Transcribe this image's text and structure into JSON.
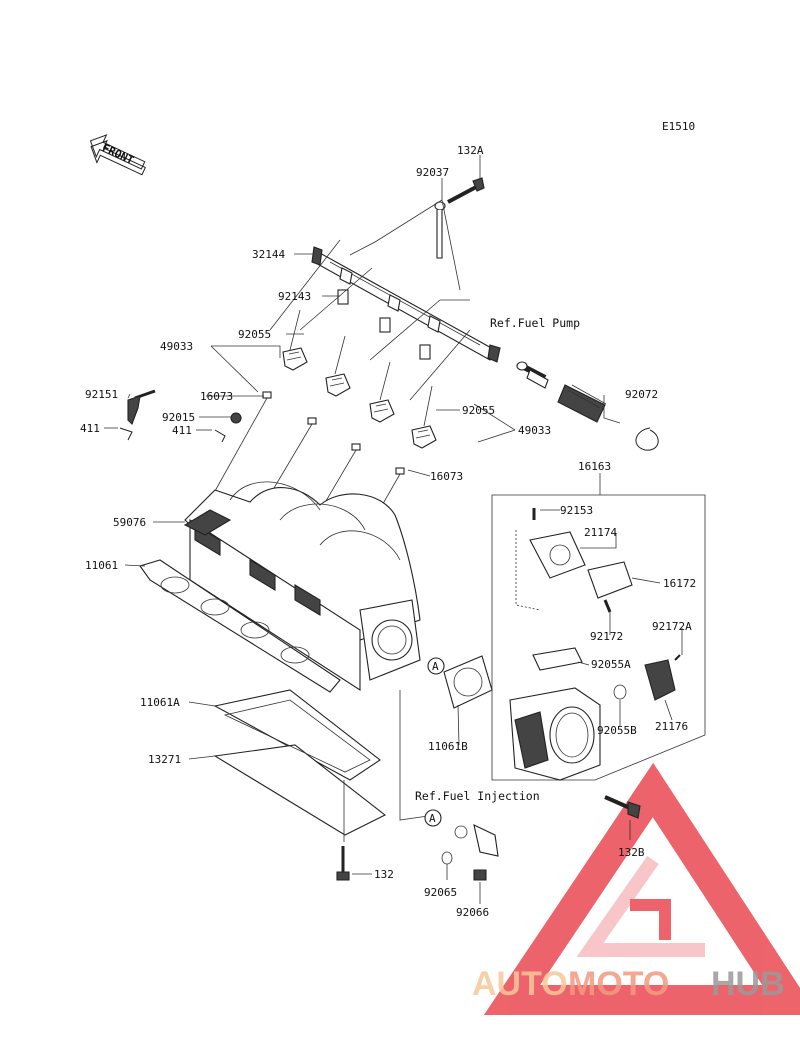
{
  "diagram": {
    "code": "E1510",
    "front_label": "FRONT",
    "callout_letter": "A",
    "references": {
      "fuel_pump": "Ref.Fuel Pump",
      "fuel_injection": "Ref.Fuel Injection"
    },
    "part_numbers": {
      "p132A": "132A",
      "p92037": "92037",
      "p32144": "32144",
      "p92143": "92143",
      "p92055_top": "92055",
      "p49033_left": "49033",
      "p92151": "92151",
      "p16073_top": "16073",
      "p92015": "92015",
      "p411_left": "411",
      "p411_mid": "411",
      "p92055_right": "92055",
      "p49033_right": "49033",
      "p92072": "92072",
      "p16073_bottom": "16073",
      "p16163": "16163",
      "p92153": "92153",
      "p21174": "21174",
      "p16172": "16172",
      "p59076": "59076",
      "p11061": "11061",
      "p92172": "92172",
      "p92172A": "92172A",
      "p92055A": "92055A",
      "p92055B": "92055B",
      "p21176": "21176",
      "p11061B": "11061B",
      "p11061A": "11061A",
      "p13271": "13271",
      "p132": "132",
      "p92065": "92065",
      "p92066": "92066",
      "p132B": "132B"
    }
  },
  "watermark": {
    "part1": "AUTO",
    "part2": "MOTO",
    "part3": "HUB",
    "color_light": "#f7c79a",
    "color_mid": "#f39a80",
    "color_dark": "#9a9a9a",
    "logo_color": "#e8303a"
  }
}
